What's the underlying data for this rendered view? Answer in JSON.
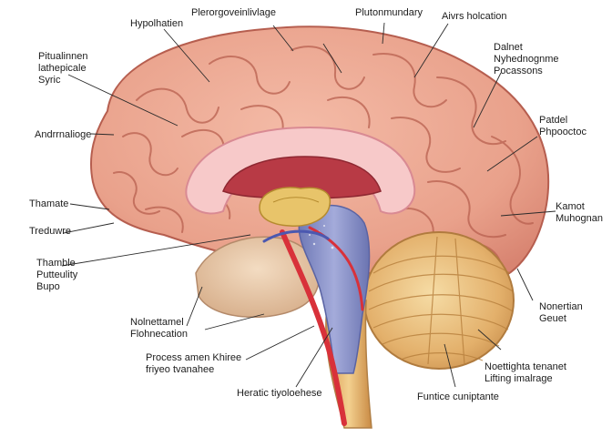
{
  "diagram": {
    "labels": {
      "hypothalamus": "Hypolhatien",
      "prefrontal": "Plerorgoveinlivlage",
      "pituitary_top": "Plutonmundary",
      "area_location": "Aivrs holcation",
      "pituitary_left": "Pitualinnen\nlathepicale\nSyric",
      "dorsal": "Dalnet\nNyhednognme\nPocassons",
      "androcortex": "Andrrnalioge",
      "parietal": "Patdel\nPhpooctoc",
      "thalamus": "Thamate",
      "treature": "Treduwre",
      "kmot": "Kamot\nMuhognan",
      "thamble": "Thamble\nPutteulity\nBupo",
      "nonetrian": "Nonertian\nGeuet",
      "nonetamel": "Nolnettamel\nFlohnecation",
      "process": "Process amen Khiree\nfriyeo tvanahee",
      "neothlia": "Noettighta tenanet\nLifting imalrage",
      "heratic": "Heratic tiyoloehese",
      "funtice": "Funtice cuniptante"
    },
    "colors": {
      "cortex": "#eaa38e",
      "cortex_dark": "#b8604f",
      "corpus_callosum": "#f7c9c9",
      "ventricle": "#b83a45",
      "cerebellum": "#e7bb7a",
      "brainstem": "#8a93c8",
      "artery": "#d8313a",
      "thalamus": "#e8c46a"
    }
  }
}
